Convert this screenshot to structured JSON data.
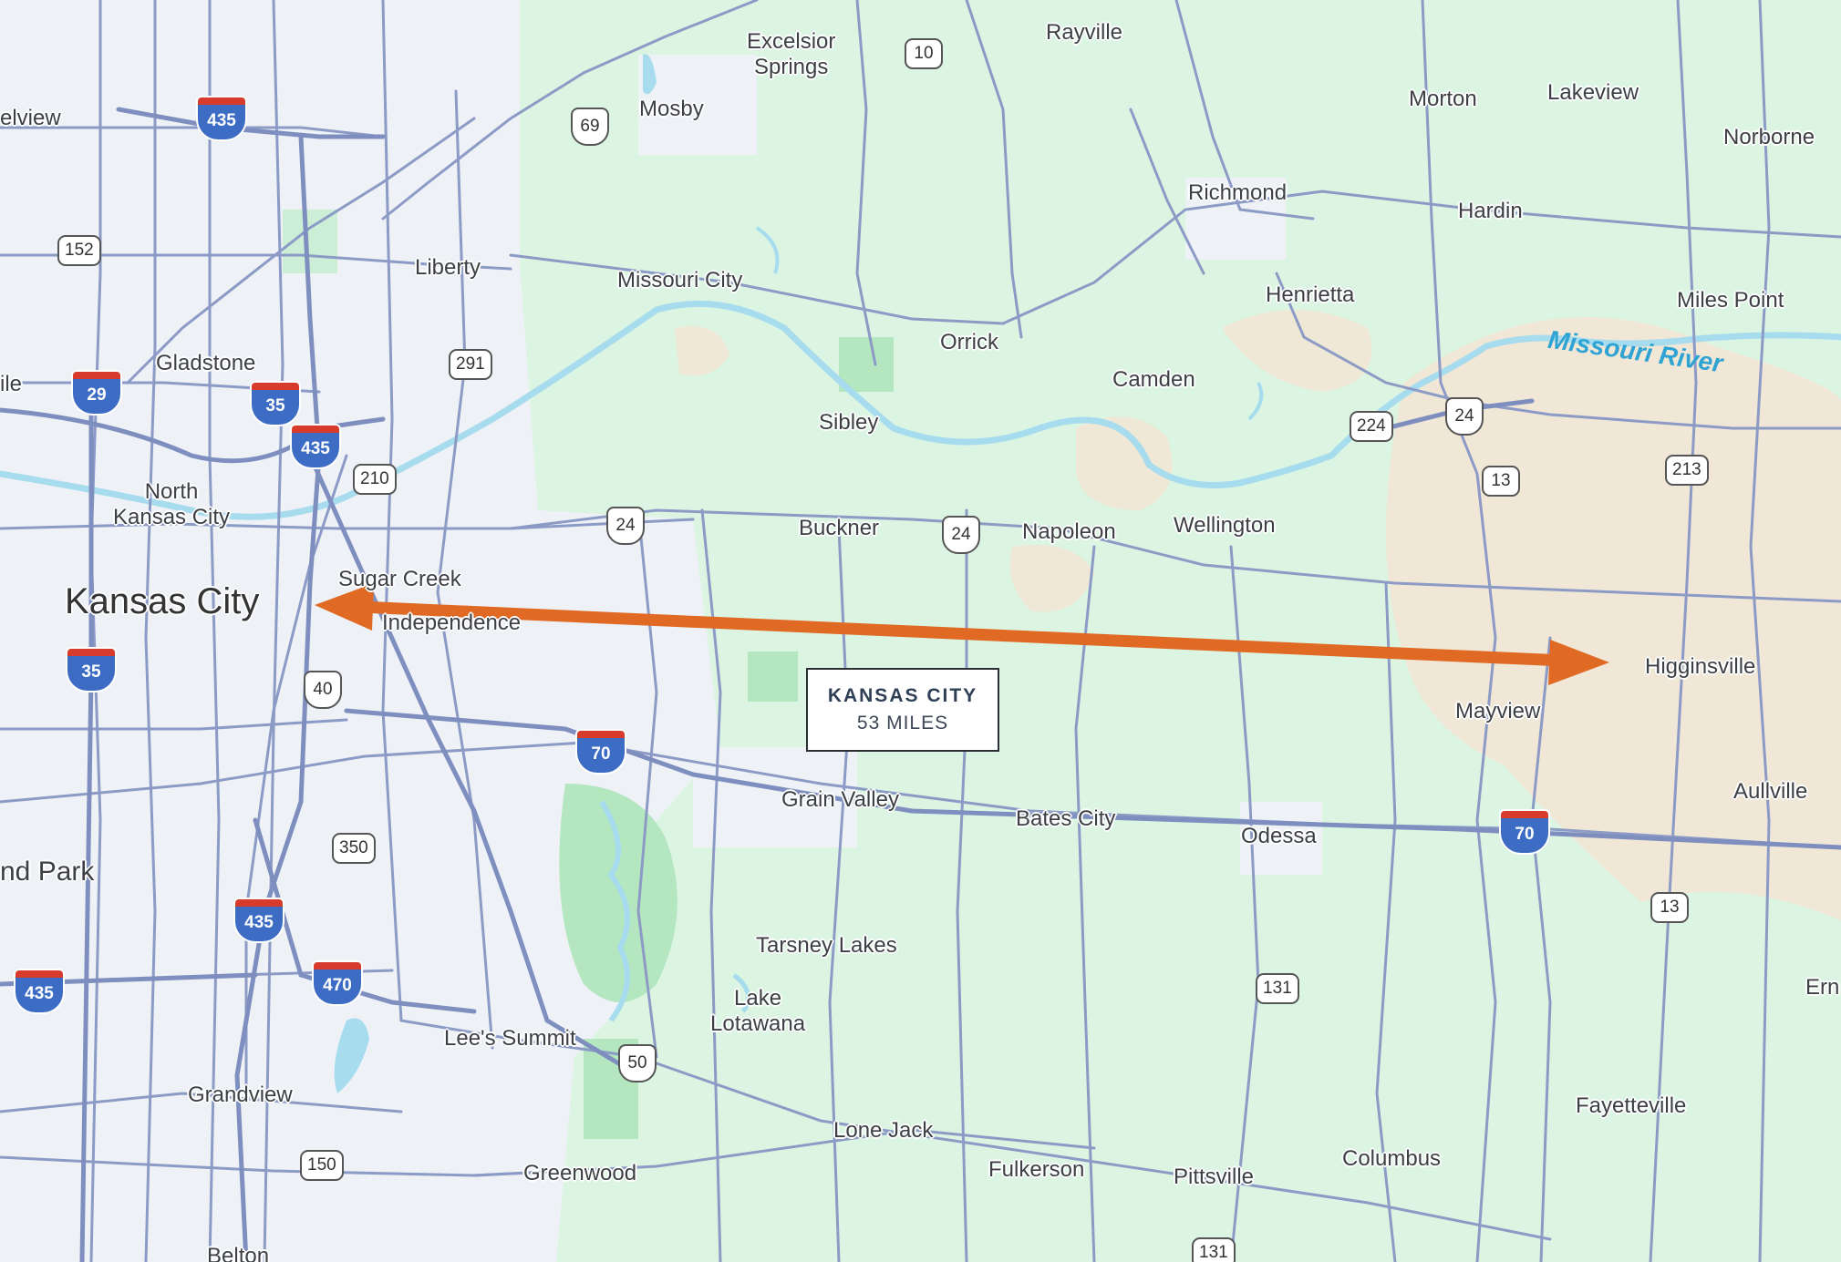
{
  "map": {
    "colors": {
      "urban": "#eef1f6",
      "rural": "#dcf5e3",
      "park": "#b4e6c0",
      "farmland": "#f2e5d4",
      "water": "#a7dcef",
      "road": "#8c9bc6",
      "arrow": "#e06a24"
    },
    "callout": {
      "title": "KANSAS CITY",
      "distance": "53 MILES"
    },
    "river_label": "Missouri River",
    "places": {
      "kansas_city": "Kansas City",
      "excelsior_springs": "Excelsior\nSprings",
      "rayville": "Rayville",
      "mosby": "Mosby",
      "morton": "Morton",
      "lakeview": "Lakeview",
      "norborne": "Norborne",
      "belview": "elview",
      "richmond": "Richmond",
      "hardin": "Hardin",
      "liberty": "Liberty",
      "missouri_city": "Missouri City",
      "henrietta": "Henrietta",
      "miles_point": "Miles Point",
      "gladstone": "Gladstone",
      "orrick": "Orrick",
      "camden": "Camden",
      "ile": "ile",
      "sibley": "Sibley",
      "north_kansas_city": "North\nKansas City",
      "buckner": "Buckner",
      "napoleon": "Napoleon",
      "wellington": "Wellington",
      "sugar_creek": "Sugar Creek",
      "independence": "Independence",
      "higginsville": "Higginsville",
      "mayview": "Mayview",
      "grain_valley": "Grain Valley",
      "bates_city": "Bates City",
      "odessa": "Odessa",
      "aullville": "Aullville",
      "overland_park": "nd Park",
      "tarsney_lakes": "Tarsney Lakes",
      "lake_lotawana": "Lake\nLotawana",
      "ern": "Ern",
      "lees_summit": "Lee's Summit",
      "grandview": "Grandview",
      "fayetteville": "Fayetteville",
      "lone_jack": "Lone Jack",
      "greenwood": "Greenwood",
      "fulkerson": "Fulkerson",
      "pittsville": "Pittsville",
      "columbus": "Columbus",
      "belton": "Belton"
    },
    "shields": {
      "i435_a": "435",
      "i435_b": "435",
      "i435_c": "435",
      "i435_d": "435",
      "i29": "29",
      "i35_a": "35",
      "i35_b": "35",
      "i70_a": "70",
      "i70_b": "70",
      "i470": "470",
      "us69": "69",
      "us24_a": "24",
      "us24_b": "24",
      "us24_c": "24",
      "us40": "40",
      "us50": "50",
      "mo10": "10",
      "mo152": "152",
      "mo291": "291",
      "mo210": "210",
      "mo224": "224",
      "mo13_a": "13",
      "mo13_b": "13",
      "mo213": "213",
      "mo350": "350",
      "mo131_a": "131",
      "mo131_b": "131",
      "mo150": "150"
    }
  }
}
